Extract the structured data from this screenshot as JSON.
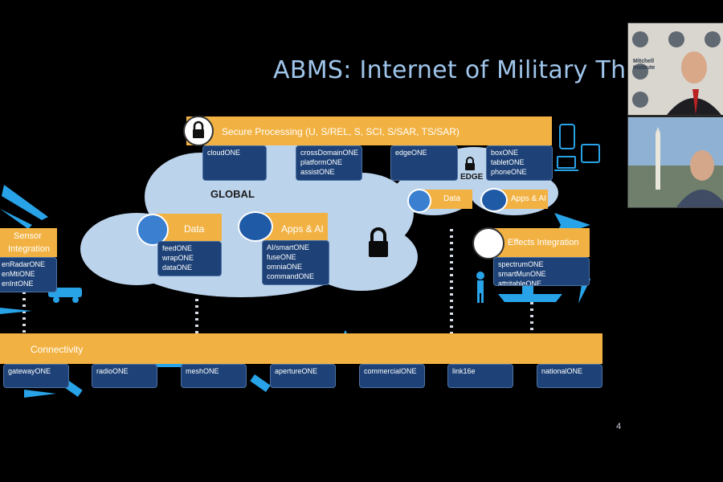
{
  "title": "ABMS: Internet of Military Things",
  "page_number": "4",
  "secure_processing": {
    "label": "Secure Processing (U, S/REL, S, SCI, S/SAR, TS/SAR)"
  },
  "cloud_labels": {
    "global": "GLOBAL",
    "edge": "EDGE"
  },
  "global_data": {
    "label": "Data",
    "items": [
      "feedONE",
      "wrapONE",
      "dataONE"
    ]
  },
  "global_apps": {
    "label": "Apps & AI",
    "items": [
      "AI/smartONE",
      "fuseONE",
      "omniaONE",
      "commandONE"
    ]
  },
  "edge_data": {
    "label": "Data"
  },
  "edge_apps": {
    "label": "Apps & AI"
  },
  "processing_items": {
    "cloud": [
      "cloudONE"
    ],
    "crossdomain": [
      "crossDomainONE",
      "platformONE",
      "assistONE"
    ],
    "edge": [
      "edgeONE"
    ],
    "devices": [
      "boxONE",
      "tabletONE",
      "phoneONE"
    ]
  },
  "sensor_integration": {
    "label_line1": "Sensor",
    "label_line2": "Integration",
    "items": [
      "enRadarONE",
      "enMtiONE",
      "enIntONE"
    ]
  },
  "effects_integration": {
    "label": "Effects Integration",
    "items": [
      "spectrumONE",
      "smartMunONE",
      "attritableONE"
    ]
  },
  "connectivity": {
    "label": "Connectivity",
    "items": [
      "gatewayONE",
      "radioONE",
      "meshONE",
      "apertureONE",
      "commercialONE",
      "link16e",
      "nationalONE"
    ]
  },
  "speaker_top": {
    "banner_text": "Mitchell Institute"
  },
  "colors": {
    "bar": "#f2b243",
    "box": "#1e4277",
    "cloud": "#bcd3ec",
    "icon": "#29a3e8",
    "title": "#9fc5ea"
  }
}
